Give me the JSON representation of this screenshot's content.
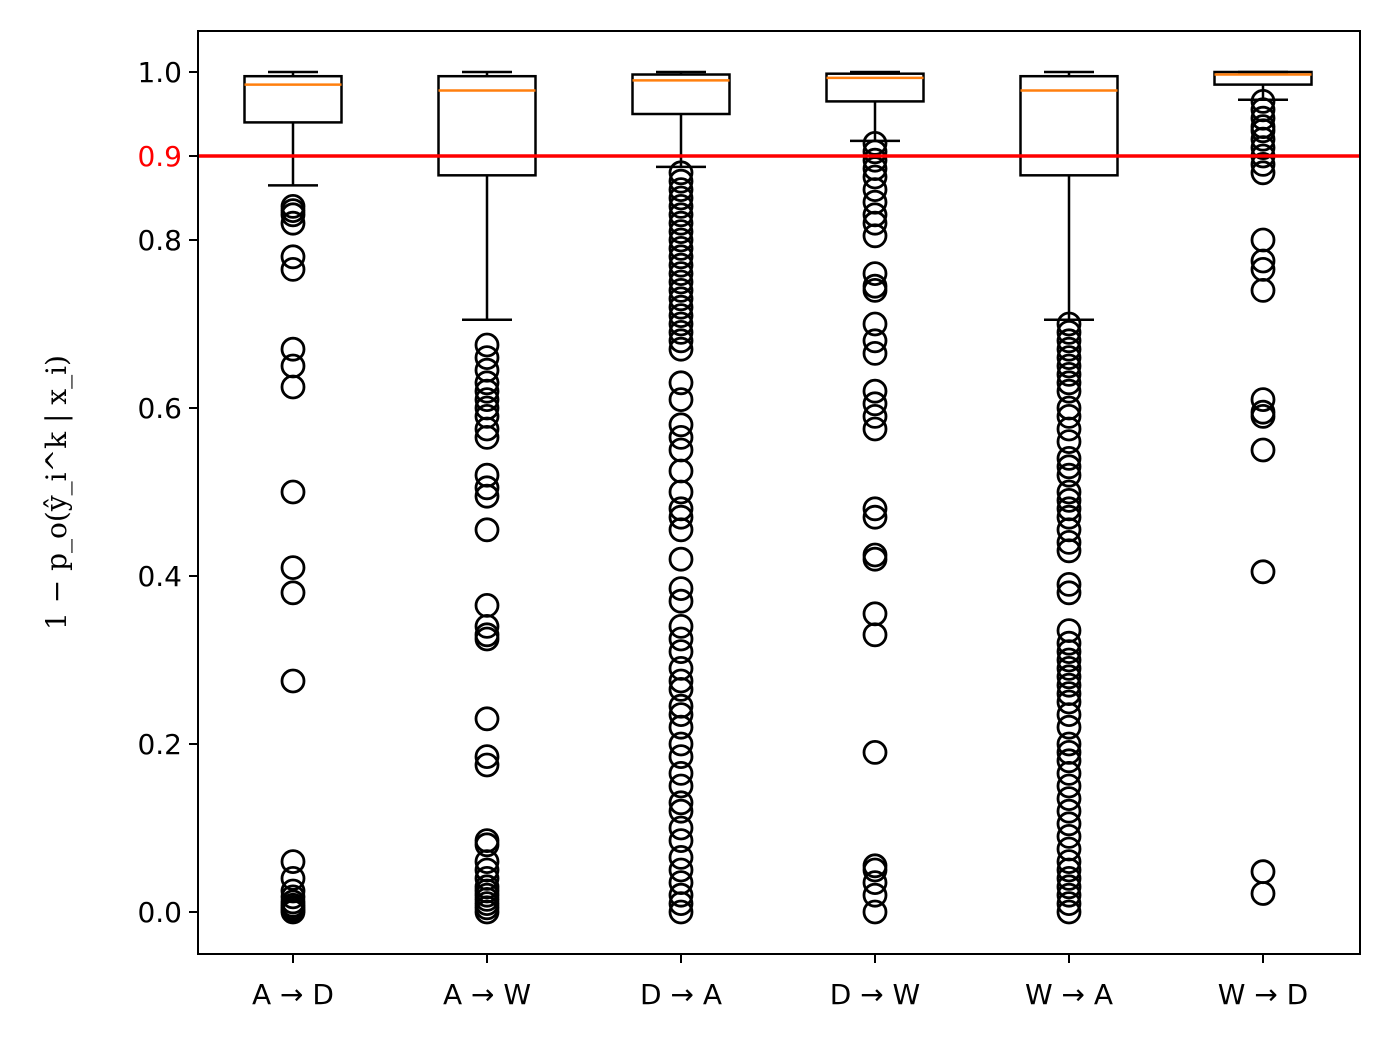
{
  "chart_data": {
    "type": "box",
    "title": "",
    "xlabel": "",
    "ylabel": "1 − p_o(ŷ_i^k | x_i)",
    "ylim": [
      -0.05,
      1.05
    ],
    "yticks": [
      0.0,
      0.2,
      0.4,
      0.6,
      0.8,
      1.0
    ],
    "ytick_labels": [
      "0.0",
      "0.2",
      "0.4",
      "0.6",
      "0.8",
      "1.0"
    ],
    "grid": false,
    "legend": "none",
    "categories": [
      "A → D",
      "A → W",
      "D → A",
      "D → W",
      "W → A",
      "W → D"
    ],
    "reference_line": {
      "y": 0.9,
      "label": "0.9",
      "color": "#ff0000"
    },
    "colors": {
      "box": "#000000",
      "median": "#ff7f0e",
      "reference": "#ff0000"
    },
    "series": [
      {
        "category": "A → D",
        "q1": 0.94,
        "median": 0.985,
        "q3": 0.995,
        "whisker_low": 0.865,
        "whisker_high": 1.0,
        "outliers": [
          0.84,
          0.835,
          0.83,
          0.82,
          0.78,
          0.765,
          0.67,
          0.65,
          0.625,
          0.5,
          0.41,
          0.38,
          0.275,
          0.06,
          0.04,
          0.025,
          0.018,
          0.012,
          0.008,
          0.005,
          0.002,
          0.0
        ]
      },
      {
        "category": "A → W",
        "q1": 0.877,
        "median": 0.978,
        "q3": 0.995,
        "whisker_low": 0.705,
        "whisker_high": 1.0,
        "outliers": [
          0.675,
          0.66,
          0.645,
          0.63,
          0.62,
          0.61,
          0.6,
          0.59,
          0.575,
          0.565,
          0.52,
          0.505,
          0.495,
          0.455,
          0.365,
          0.34,
          0.33,
          0.325,
          0.23,
          0.185,
          0.175,
          0.085,
          0.08,
          0.06,
          0.05,
          0.04,
          0.03,
          0.025,
          0.02,
          0.015,
          0.01,
          0.005,
          0.0
        ]
      },
      {
        "category": "D → A",
        "q1": 0.95,
        "median": 0.99,
        "q3": 0.997,
        "whisker_low": 0.887,
        "whisker_high": 1.0,
        "outliers": [
          0.88,
          0.87,
          0.86,
          0.85,
          0.84,
          0.83,
          0.82,
          0.81,
          0.8,
          0.79,
          0.78,
          0.77,
          0.76,
          0.75,
          0.74,
          0.73,
          0.72,
          0.71,
          0.7,
          0.69,
          0.68,
          0.67,
          0.63,
          0.61,
          0.58,
          0.565,
          0.55,
          0.525,
          0.5,
          0.48,
          0.47,
          0.455,
          0.42,
          0.385,
          0.37,
          0.34,
          0.325,
          0.31,
          0.29,
          0.275,
          0.265,
          0.245,
          0.235,
          0.22,
          0.2,
          0.185,
          0.165,
          0.15,
          0.13,
          0.12,
          0.1,
          0.085,
          0.065,
          0.05,
          0.035,
          0.02,
          0.01,
          0.0
        ]
      },
      {
        "category": "D → W",
        "q1": 0.965,
        "median": 0.993,
        "q3": 0.998,
        "whisker_low": 0.918,
        "whisker_high": 1.0,
        "outliers": [
          0.915,
          0.905,
          0.895,
          0.885,
          0.875,
          0.86,
          0.845,
          0.83,
          0.82,
          0.805,
          0.76,
          0.745,
          0.74,
          0.7,
          0.68,
          0.665,
          0.62,
          0.605,
          0.59,
          0.575,
          0.48,
          0.47,
          0.425,
          0.42,
          0.355,
          0.33,
          0.19,
          0.055,
          0.05,
          0.035,
          0.02,
          0.0
        ]
      },
      {
        "category": "W → A",
        "q1": 0.877,
        "median": 0.978,
        "q3": 0.995,
        "whisker_low": 0.705,
        "whisker_high": 1.0,
        "outliers": [
          0.7,
          0.69,
          0.68,
          0.67,
          0.66,
          0.65,
          0.64,
          0.63,
          0.62,
          0.6,
          0.59,
          0.575,
          0.56,
          0.54,
          0.53,
          0.52,
          0.5,
          0.49,
          0.48,
          0.47,
          0.455,
          0.44,
          0.43,
          0.39,
          0.38,
          0.335,
          0.32,
          0.31,
          0.3,
          0.29,
          0.28,
          0.27,
          0.26,
          0.25,
          0.235,
          0.22,
          0.2,
          0.19,
          0.18,
          0.165,
          0.15,
          0.135,
          0.12,
          0.105,
          0.09,
          0.075,
          0.06,
          0.05,
          0.04,
          0.03,
          0.02,
          0.01,
          0.0
        ]
      },
      {
        "category": "W → D",
        "q1": 0.985,
        "median": 0.997,
        "q3": 1.0,
        "whisker_low": 0.967,
        "whisker_high": 1.0,
        "outliers": [
          0.965,
          0.955,
          0.945,
          0.935,
          0.93,
          0.92,
          0.91,
          0.9,
          0.89,
          0.88,
          0.8,
          0.775,
          0.765,
          0.74,
          0.61,
          0.595,
          0.59,
          0.55,
          0.405,
          0.048,
          0.022
        ]
      }
    ]
  }
}
